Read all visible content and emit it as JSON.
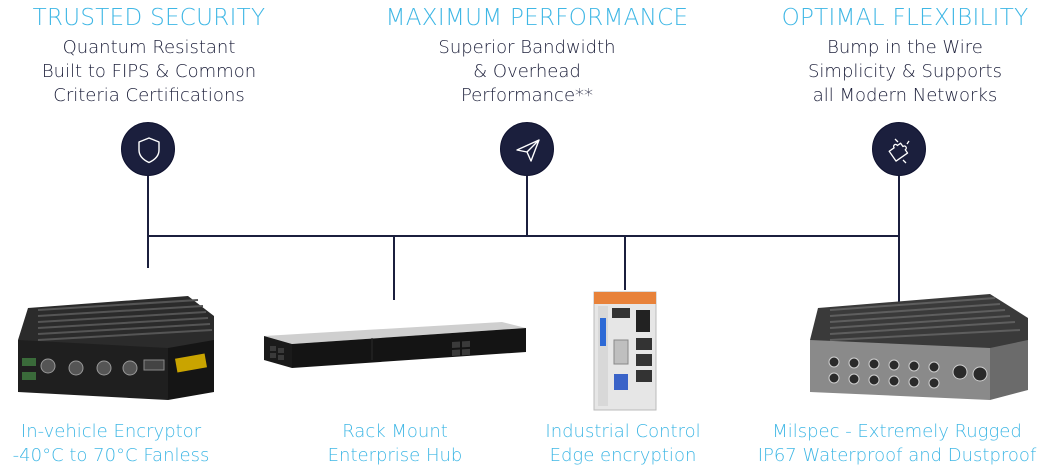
{
  "pillars": [
    {
      "heading": "TRUSTED SECURITY",
      "desc": "Quantum Resistant\nBuilt to FIPS & Common\nCriteria Certifications",
      "icon": "shield-icon"
    },
    {
      "heading": "MAXIMUM PERFORMANCE",
      "desc": "Superior Bandwidth\n& Overhead\nPerformance**",
      "icon": "paper-plane-icon"
    },
    {
      "heading": "OPTIMAL FLEXIBILITY",
      "desc": "Bump in the Wire\nSimplicity & Supports\nall Modern Networks",
      "icon": "puzzle-icon"
    }
  ],
  "products": [
    {
      "caption": "In-vehicle Encryptor\n-40°C to 70°C Fanless"
    },
    {
      "caption": "Rack Mount\nEnterprise Hub"
    },
    {
      "caption": "Industrial Control\nEdge encryption"
    },
    {
      "caption": "Milspec - Extremely Rugged\nIP67 Waterproof and Dustproof"
    }
  ],
  "colors": {
    "accent": "#3fb7e5",
    "navy": "#1b1f3d",
    "text": "#1c1f3a"
  }
}
